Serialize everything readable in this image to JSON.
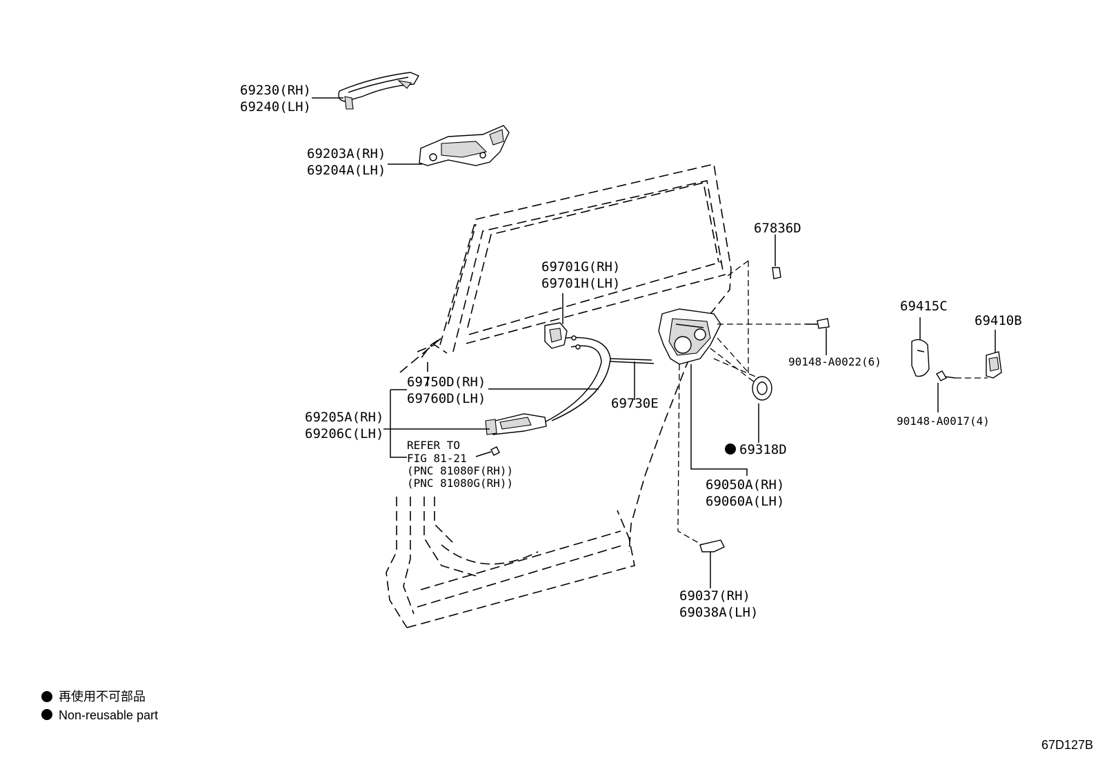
{
  "labels": {
    "l69230": "69230(RH)",
    "l69240": "69240(LH)",
    "l69203": "69203A(RH)",
    "l69204": "69204A(LH)",
    "l67836": "67836D",
    "l69701g": "69701G(RH)",
    "l69701h": "69701H(LH)",
    "l69415": "69415C",
    "l69410": "69410B",
    "l90148a": "90148-A0022(6)",
    "l90148b": "90148-A0017(4)",
    "l69750": "69750D(RH)",
    "l69760": "69760D(LH)",
    "l69730": "69730E",
    "l69205": "69205A(RH)",
    "l69206": "69206C(LH)",
    "refer1": "REFER TO",
    "refer2": "FIG 81-21",
    "refer3": "(PNC 81080F(RH))",
    "refer4": "(PNC 81080G(RH))",
    "l69318": "69318D",
    "l69050": "69050A(RH)",
    "l69060": "69060A(LH)",
    "l69037": "69037(RH)",
    "l69038": "69038A(LH)"
  },
  "legend": {
    "ja": "再使用不可部品",
    "en": "Non-reusable part"
  },
  "figure_code": "67D127B"
}
